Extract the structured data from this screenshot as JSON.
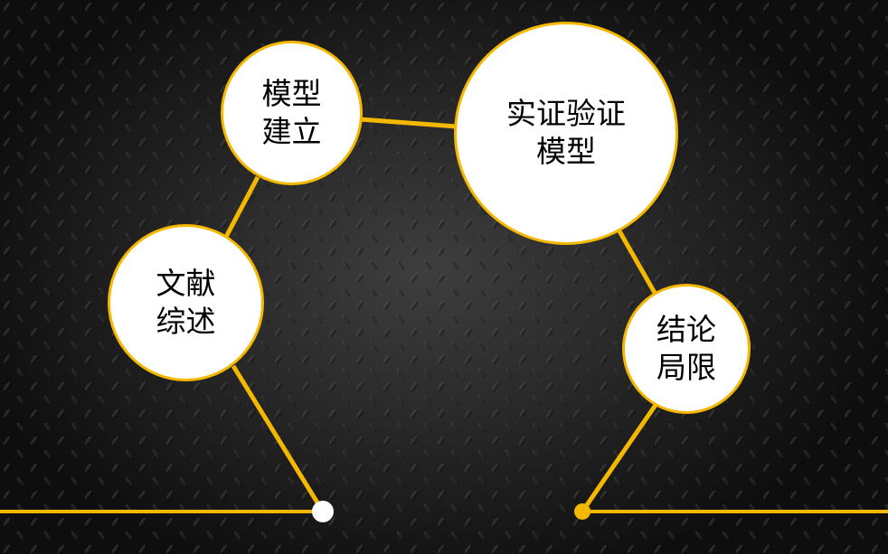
{
  "diagram": {
    "type": "process-flow",
    "colors": {
      "accent": "#f5b800",
      "node_fill": "#ffffff",
      "text": "#000000",
      "background_center": "#3e3e3e",
      "background_edge": "#0e0e0e",
      "start_dot": "#ffffff",
      "end_dot": "#f5b800"
    },
    "nodes": [
      {
        "id": "literature-review",
        "label": "文献\n综述"
      },
      {
        "id": "model-building",
        "label": "模型\n建立"
      },
      {
        "id": "empirical-validation",
        "label": "实证验证\n模型"
      },
      {
        "id": "conclusion-limits",
        "label": "结论\n局限"
      }
    ],
    "flow": [
      "start",
      "literature-review",
      "model-building",
      "empirical-validation",
      "conclusion-limits",
      "end"
    ]
  }
}
